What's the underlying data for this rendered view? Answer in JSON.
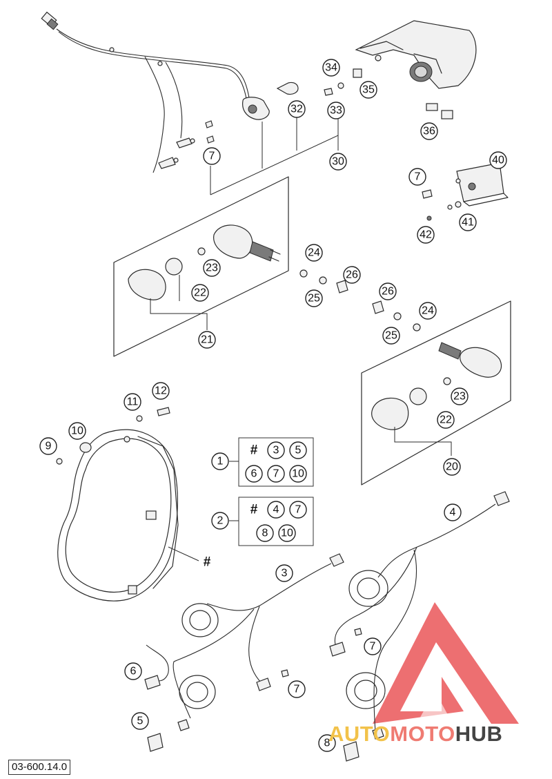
{
  "diagram": {
    "reference_code": "03-600.14.0",
    "callouts": {
      "c1": "1",
      "c2": "2",
      "c3": "3",
      "c4": "4",
      "c5": "5",
      "c6": "6",
      "c7a": "7",
      "c7b": "7",
      "c7c": "7",
      "c7d": "7",
      "c8": "8",
      "c9": "9",
      "c10": "10",
      "c11": "11",
      "c12": "12",
      "c20": "20",
      "c21": "21",
      "c22a": "22",
      "c22b": "22",
      "c23a": "23",
      "c23b": "23",
      "c24a": "24",
      "c24b": "24",
      "c25a": "25",
      "c25b": "25",
      "c26a": "26",
      "c26b": "26",
      "c30": "30",
      "c32": "32",
      "c33": "33",
      "c34": "34",
      "c35": "35",
      "c36": "36",
      "c40": "40",
      "c41": "41",
      "c42": "42",
      "hash_main": "#"
    },
    "kit_1": {
      "hash": "#",
      "items": [
        "3",
        "5",
        "6",
        "7",
        "10"
      ]
    },
    "kit_2": {
      "hash": "#",
      "items": [
        "4",
        "7",
        "8",
        "10"
      ]
    }
  },
  "watermark": {
    "text_part1": "AUTO",
    "text_part2": "MOTO",
    "text_part3": "HUB",
    "color_part1": "#f2c24a",
    "color_part2": "#ef7b72",
    "color_part3": "#444444",
    "logo_color": "#e8474a"
  }
}
